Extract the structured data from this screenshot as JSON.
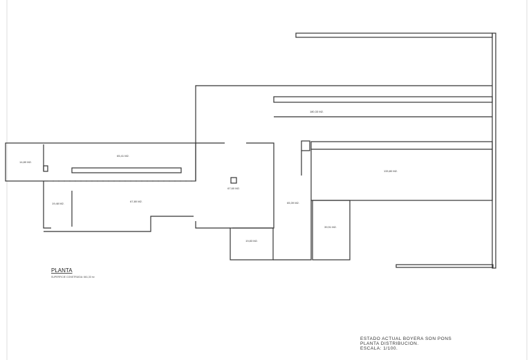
{
  "rooms": [
    {
      "area": "14,80 M2."
    },
    {
      "area": "65,41 M2."
    },
    {
      "area": "19,48 M2."
    },
    {
      "area": "67,80 M2."
    },
    {
      "area": "67,60 M2."
    },
    {
      "area": "180,33 M2."
    },
    {
      "area": "133,80 M2."
    },
    {
      "area": "65,39 M2."
    },
    {
      "area": "39,91 M2."
    },
    {
      "area": "19,83 M2."
    }
  ],
  "legend": {
    "title": "PLANTA",
    "surface": "SUPERFICIE CONSTRUIDA: 661,33 m²"
  },
  "cartouche": {
    "line1": "ESTADO ACTUAL BOYERA SON PONS",
    "line2": "PLANTA DISTRIBUCION.",
    "line3": "ESCALA: 1/100."
  }
}
